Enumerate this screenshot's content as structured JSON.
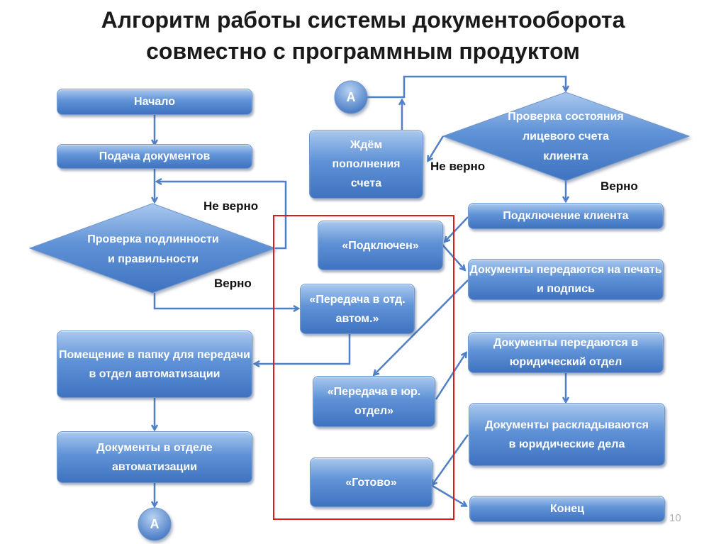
{
  "title": {
    "line1": "Алгоритм работы системы документооборота",
    "line2": "совместно с программным продуктом"
  },
  "nodes": {
    "start": "Начало",
    "submit_docs": "Подача документов",
    "check_authenticity": "Проверка подлинности и правильности",
    "place_folder": "Помещение в папку для передачи в отдел автоматизации",
    "docs_automation": "Документы в отделе автоматизации",
    "connector_a_bottom": "А",
    "connector_a_top": "А",
    "await_topup": "Ждём пополнения счета",
    "check_account": "Проверка состояния лицевого счета клиента",
    "connect_client": "Подключение клиента",
    "docs_print_sign": "Документы передаются на печать и подпись",
    "docs_legal_dept": "Документы передаются в юридический отдел",
    "docs_sorted": "Документы раскладываются в юридические дела",
    "end": "Конец",
    "status_connected": "«Подключен»",
    "status_transfer_auto": "«Передача в отд. автом.»",
    "status_transfer_legal": "«Передача в юр. отдел»",
    "status_done": "«Готово»"
  },
  "labels": {
    "not_ok_left": "Не верно",
    "ok_left": "Верно",
    "not_ok_right": "Не верно",
    "ok_right": "Верно"
  },
  "page_number": "10",
  "colors": {
    "box_top": "#a9c8ee",
    "box_bottom": "#3f73c0",
    "arrow": "#4f7fc7",
    "highlight_frame": "#e01a1a"
  }
}
